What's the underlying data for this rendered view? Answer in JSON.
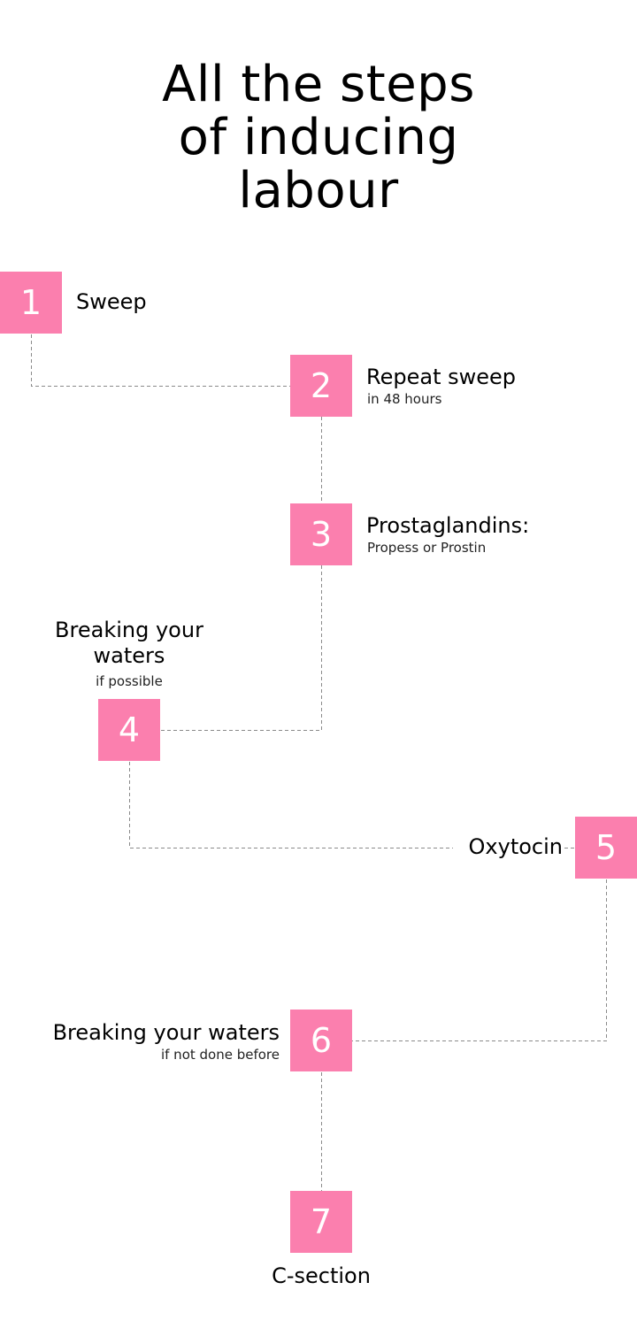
{
  "title": {
    "lines": [
      "All the steps",
      "of inducing",
      "labour"
    ]
  },
  "colors": {
    "step_box": "#fb7fae",
    "connector": "#8a8a8a",
    "text": "#000000"
  },
  "steps": [
    {
      "number": "1",
      "label": "Sweep",
      "note": ""
    },
    {
      "number": "2",
      "label": "Repeat sweep",
      "note": "in 48 hours"
    },
    {
      "number": "3",
      "label": "Prostaglandins:",
      "note": "Propess or Prostin"
    },
    {
      "number": "4",
      "label_lines": [
        "Breaking your",
        "waters"
      ],
      "note": "if possible"
    },
    {
      "number": "5",
      "label": "Oxytocin",
      "note": ""
    },
    {
      "number": "6",
      "label": "Breaking your waters",
      "note": "if not done before"
    },
    {
      "number": "7",
      "label": "C-section",
      "note": ""
    }
  ]
}
